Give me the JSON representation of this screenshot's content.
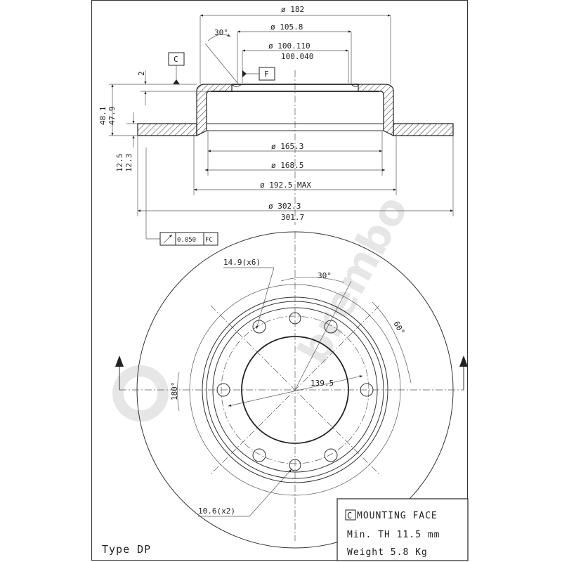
{
  "title_block": {
    "type_label": "Type  DP",
    "mounting_face": "MOUNTING FACE",
    "mounting_face_ref": "C",
    "min_th": "Min. TH 11.5 mm",
    "weight": "Weight  5.8 Kg"
  },
  "watermark": "brembo",
  "section_view": {
    "dia_182": "ø 182",
    "dia_105_8": "ø 105.8",
    "dia_100_110": "ø 100.110",
    "dia_100_040": "100.040",
    "angle_30": "30°",
    "datum_c": "C",
    "datum_f": "F",
    "height_2": "2",
    "height_48_1": "48.1",
    "height_47_9": "47.9",
    "height_12_5": "12.5",
    "height_12_3": "12.3",
    "dia_165_3": "ø 165.3",
    "dia_168_5": "ø 168.5",
    "dia_192_5": "ø 192.5 MAX",
    "dia_302_3": "ø 302.3",
    "dia_301_7": "301.7",
    "runout": "0.050",
    "runout_ref": "FC"
  },
  "front_view": {
    "hole_spec": "14.9(x6)",
    "angle_30": "30°",
    "angle_60": "60°",
    "angle_180": "180°",
    "pcd": "139.5",
    "pin_spec": "10.6(x2)"
  }
}
